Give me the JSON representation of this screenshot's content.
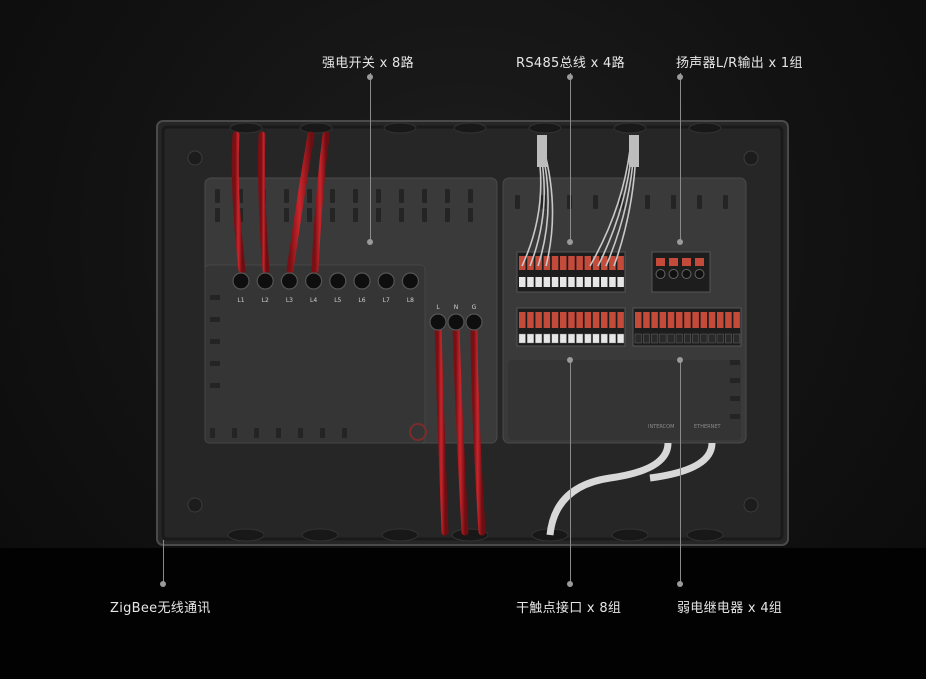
{
  "terminal_labels": {
    "mains": [
      "L1",
      "L2",
      "L3",
      "L4",
      "L5",
      "L6",
      "L7",
      "L8"
    ],
    "power": [
      "L",
      "N",
      "G"
    ]
  },
  "callouts": {
    "mains_switch": "强电开关 x 8路",
    "rs485": "RS485总线 x 4路",
    "speaker": "扬声器L/R输出 x 1组",
    "zigbee": "ZigBee无线通讯",
    "dry_contact": "干触点接口 x 8组",
    "relay": "弱电继电器 x 4组"
  }
}
